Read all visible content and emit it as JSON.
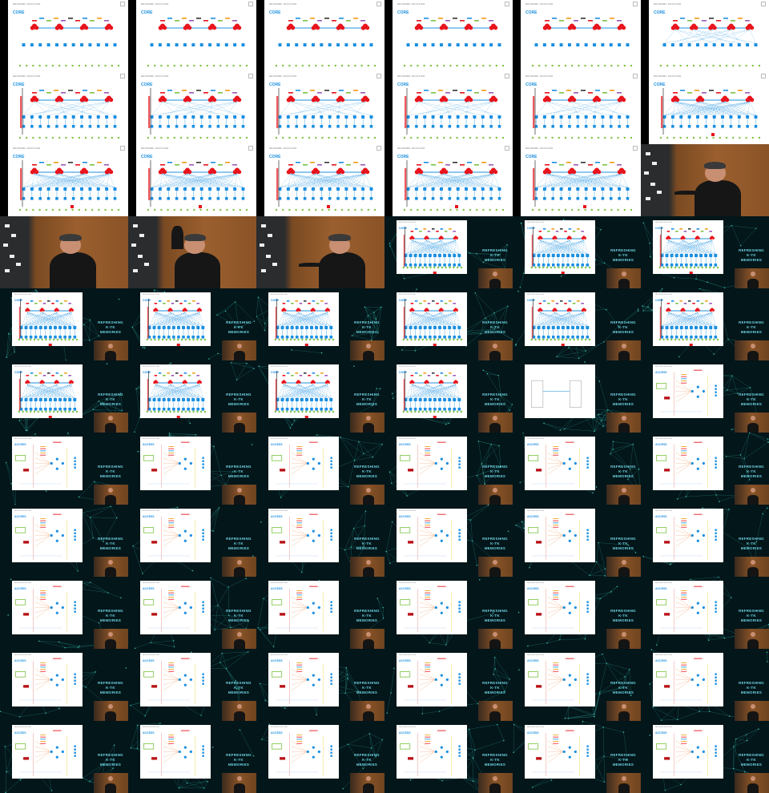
{
  "slide": {
    "header": "NETWORK HUSTLING",
    "core_label": "CORE",
    "access_label": "ACCESS"
  },
  "logo": {
    "line1": "REFRESHING",
    "line2": "K-TK",
    "line3": "MEMORIES"
  },
  "colors": {
    "background": "#000000",
    "slide_bg": "#ffffff",
    "accent_blue": "#1b8fe0",
    "cloud_red": "#e8141c",
    "node_green": "#7cc242",
    "logo_teal": "#6fd3e3",
    "network_teal": "#1e6e6a"
  },
  "layout": {
    "cols": 6,
    "frames": [
      {
        "type": "slide-core",
        "stage": 0
      },
      {
        "type": "slide-core",
        "stage": 0
      },
      {
        "type": "slide-core",
        "stage": 0
      },
      {
        "type": "slide-core",
        "stage": 0
      },
      {
        "type": "slide-core",
        "stage": 0
      },
      {
        "type": "slide-core",
        "stage": 1
      },
      {
        "type": "slide-core",
        "stage": 2
      },
      {
        "type": "slide-core",
        "stage": 2
      },
      {
        "type": "slide-core",
        "stage": 2
      },
      {
        "type": "slide-core",
        "stage": 2
      },
      {
        "type": "slide-core",
        "stage": 2
      },
      {
        "type": "slide-core",
        "stage": 3
      },
      {
        "type": "slide-core",
        "stage": 4
      },
      {
        "type": "slide-core",
        "stage": 4
      },
      {
        "type": "slide-core",
        "stage": 4
      },
      {
        "type": "slide-core",
        "stage": 4
      },
      {
        "type": "slide-core",
        "stage": 4
      },
      {
        "type": "video",
        "pose": 0
      },
      {
        "type": "video",
        "pose": 1
      },
      {
        "type": "video",
        "pose": 2
      },
      {
        "type": "video",
        "pose": 3
      },
      {
        "type": "comp",
        "slide": "core"
      },
      {
        "type": "comp",
        "slide": "core"
      },
      {
        "type": "comp",
        "slide": "core"
      },
      {
        "type": "comp",
        "slide": "core"
      },
      {
        "type": "comp",
        "slide": "core"
      },
      {
        "type": "comp",
        "slide": "core"
      },
      {
        "type": "comp",
        "slide": "core"
      },
      {
        "type": "comp",
        "slide": "core"
      },
      {
        "type": "comp",
        "slide": "core"
      },
      {
        "type": "comp",
        "slide": "core"
      },
      {
        "type": "comp",
        "slide": "core"
      },
      {
        "type": "comp",
        "slide": "core"
      },
      {
        "type": "comp",
        "slide": "core"
      },
      {
        "type": "comp",
        "slide": "blank"
      },
      {
        "type": "comp",
        "slide": "access"
      },
      {
        "type": "comp",
        "slide": "access"
      },
      {
        "type": "comp",
        "slide": "access"
      },
      {
        "type": "comp",
        "slide": "access"
      },
      {
        "type": "comp",
        "slide": "access"
      },
      {
        "type": "comp",
        "slide": "access"
      },
      {
        "type": "comp",
        "slide": "access"
      },
      {
        "type": "comp",
        "slide": "access"
      },
      {
        "type": "comp",
        "slide": "access"
      },
      {
        "type": "comp",
        "slide": "access"
      },
      {
        "type": "comp",
        "slide": "access"
      },
      {
        "type": "comp",
        "slide": "access"
      },
      {
        "type": "comp",
        "slide": "access"
      },
      {
        "type": "comp",
        "slide": "access"
      },
      {
        "type": "comp",
        "slide": "access"
      },
      {
        "type": "comp",
        "slide": "access"
      },
      {
        "type": "comp",
        "slide": "access"
      },
      {
        "type": "comp",
        "slide": "access"
      },
      {
        "type": "comp",
        "slide": "access"
      },
      {
        "type": "comp",
        "slide": "access"
      },
      {
        "type": "comp",
        "slide": "access"
      },
      {
        "type": "comp",
        "slide": "access"
      },
      {
        "type": "comp",
        "slide": "access"
      },
      {
        "type": "comp",
        "slide": "access"
      },
      {
        "type": "comp",
        "slide": "access"
      },
      {
        "type": "comp",
        "slide": "access"
      },
      {
        "type": "comp",
        "slide": "access"
      },
      {
        "type": "comp",
        "slide": "access"
      },
      {
        "type": "comp",
        "slide": "access"
      },
      {
        "type": "comp",
        "slide": "access"
      },
      {
        "type": "comp",
        "slide": "access"
      }
    ]
  }
}
